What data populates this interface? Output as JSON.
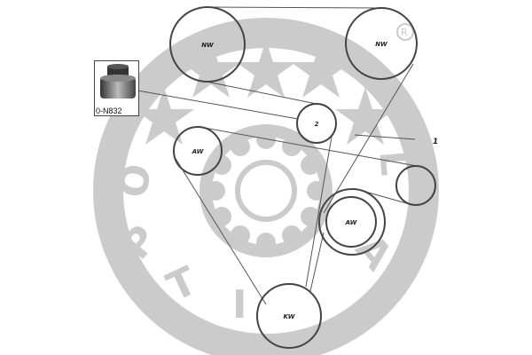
{
  "diagram": {
    "pulleys": [
      {
        "label": "NW"
      },
      {
        "label": "NW"
      },
      {
        "label": "2"
      },
      {
        "label": "AW"
      },
      {
        "label": ""
      },
      {
        "label": "AW"
      },
      {
        "label": "KW"
      }
    ],
    "callout": "1",
    "product": {
      "code": "0-N832"
    },
    "watermark": "OPTIMAL",
    "colors": {
      "watermark": "#c9c9c9",
      "belt": "#555555"
    }
  }
}
